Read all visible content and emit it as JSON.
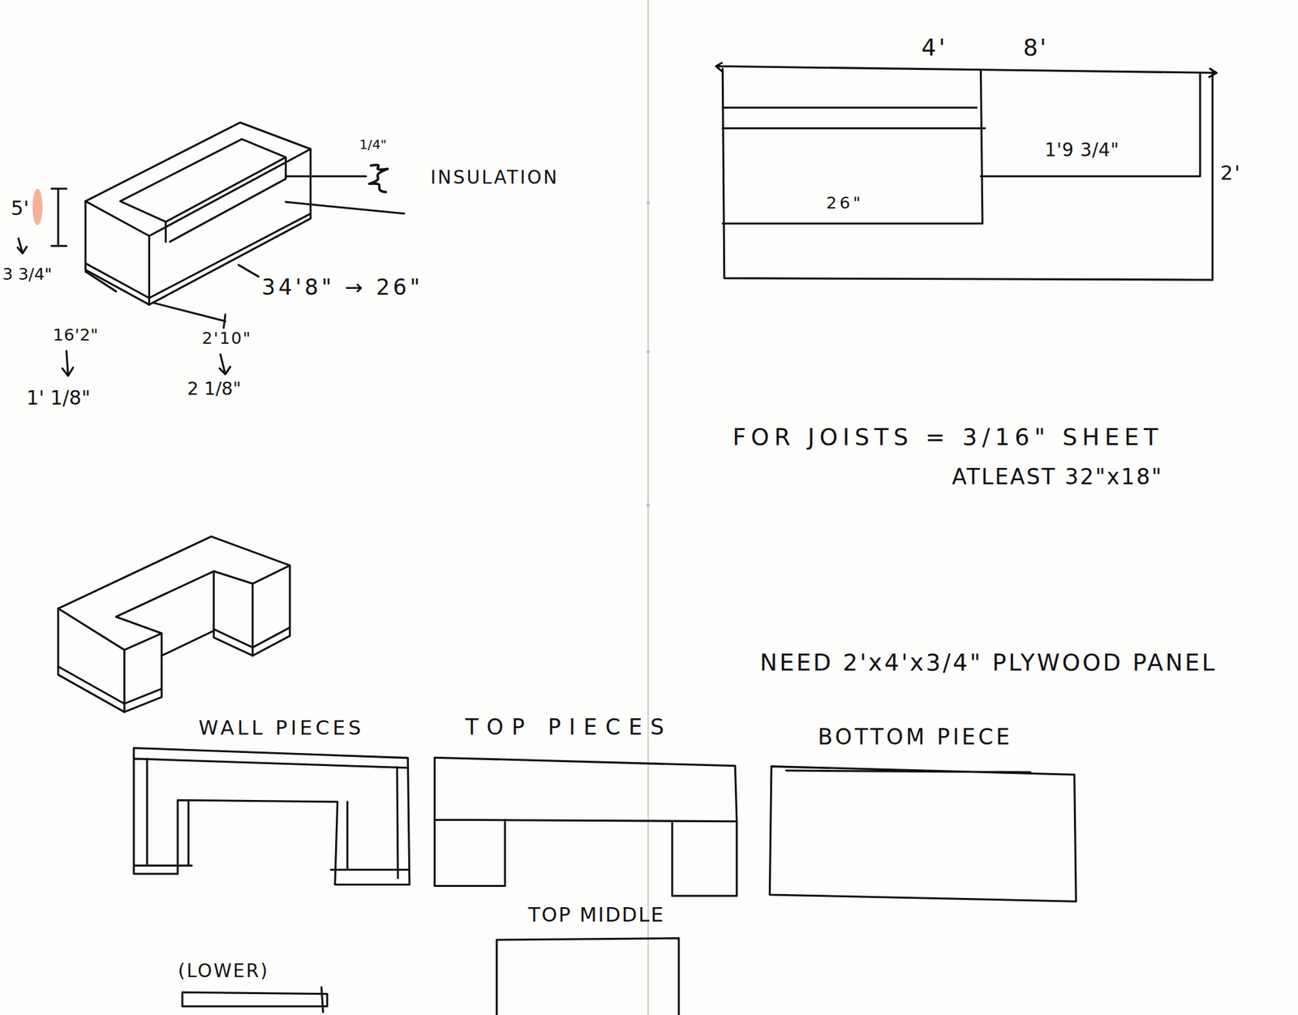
{
  "diagram": {
    "nodes": [
      {
        "text": [
          "WALL PIECES"
        ]
      },
      {
        "text": [
          "TOP PIECES"
        ]
      },
      {
        "text": [
          "BOTTOM PIECE"
        ]
      },
      {
        "text": [
          "TOP MIDDLE"
        ]
      },
      {
        "text": [
          "(LOWER)"
        ]
      }
    ],
    "labels": [
      "5'",
      "3 3/4\"",
      "1/4\"",
      "INSULATION",
      "34'8\" → 26\"",
      "16'2\"",
      "1' 1/8\"",
      "2'10\"",
      "2 1/8\"",
      "4'",
      "8'",
      "1'9 3/4\"",
      "2'",
      "26\"",
      "FOR JOISTS = 3/16\" SHEET",
      "ATLEAST 32\"x18\"",
      "NEED 2'x4'x3/4\" PLYWOOD PANEL"
    ]
  }
}
